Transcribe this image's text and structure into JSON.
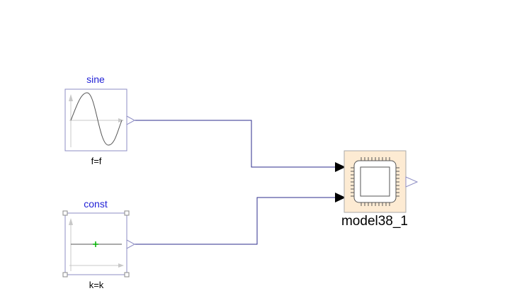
{
  "blocks": {
    "sine": {
      "name": "sine",
      "param": "f=f"
    },
    "const": {
      "name": "const",
      "param": "k=k"
    },
    "model": {
      "name": "model38_1"
    }
  },
  "colors": {
    "connection": "#2e2e8e",
    "block_border": "#8e8ec4",
    "model_fill": "#fdebd3",
    "label_blue": "#1f1fd6",
    "const_marker": "#00b000"
  },
  "icons": {
    "sine": "sine-wave-icon",
    "const": "constant-line-icon",
    "model": "chip-icon"
  }
}
